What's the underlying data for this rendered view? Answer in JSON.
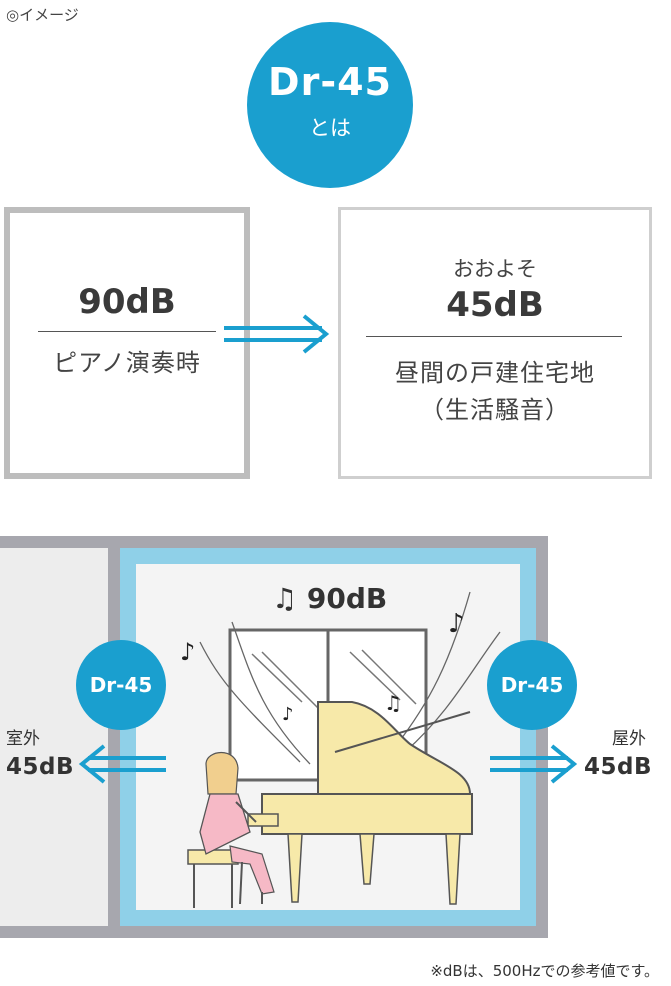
{
  "caption": "◎イメージ",
  "badge": {
    "title": "Dr-45",
    "subtitle": "とは"
  },
  "left_box": {
    "db": "90dB",
    "label": "ピアノ演奏時"
  },
  "right_box": {
    "prefix": "おおよそ",
    "db": "45dB",
    "line1": "昼間の戸建住宅地",
    "line2": "（生活騒音）"
  },
  "room": {
    "sound_label": "♫ 90dB",
    "wall_badge_left": "Dr-45",
    "wall_badge_right": "Dr-45",
    "left_label": "室外",
    "left_value": "45dB",
    "right_label": "屋外",
    "right_value": "45dB"
  },
  "note": "※dBは、500Hzでの参考値です。",
  "colors": {
    "accent": "#1a9fcf",
    "wall_frame": "#8fd0e8",
    "wall_gray": "#a7a7ae",
    "piano": "#f7e9a9"
  }
}
